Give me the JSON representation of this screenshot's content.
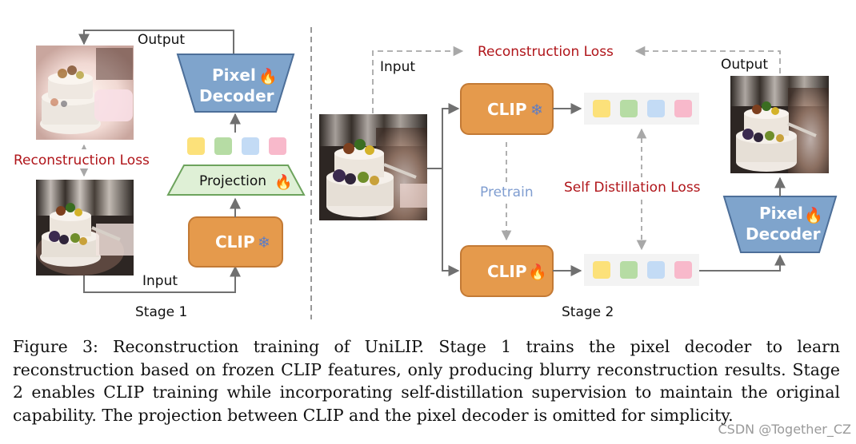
{
  "stage1": {
    "output_label": "Output",
    "input_label": "Input",
    "recon_loss_label": "Reconstruction Loss",
    "decoder_line1": "Pixel",
    "decoder_line2": "Decoder",
    "projection_label": "Projection",
    "clip_label": "CLIP",
    "stage_label": "Stage 1"
  },
  "stage2": {
    "input_label": "Input",
    "recon_loss_label": "Reconstruction Loss",
    "output_label": "Output",
    "clip_frozen_label": "CLIP",
    "clip_trained_label": "CLIP",
    "pretrain_label": "Pretrain",
    "self_distill_label": "Self Distillation Loss",
    "decoder_line1": "Pixel",
    "decoder_line2": "Decoder",
    "stage_label": "Stage 2"
  },
  "icons": {
    "frozen": "snowflake-icon",
    "trainable": "flame-icon"
  },
  "colors": {
    "clip_fill": "#e59a4c",
    "clip_stroke": "#c37a35",
    "decoder_fill": "#7fa4cc",
    "decoder_stroke": "#4d6f99",
    "projection_fill": "#dff0d6",
    "projection_stroke": "#6da35d",
    "token_yellow": "#fce17a",
    "token_green": "#b6dca4",
    "token_blue": "#c3dbf5",
    "token_pink": "#f8b9cb",
    "loss_text": "#b0151a",
    "pretrain_text": "#7f9dd0",
    "flame": "#d9261c",
    "snowflake": "#5a7cc8"
  },
  "caption": "Figure 3: Reconstruction training of UniLIP. Stage 1 trains the pixel decoder to learn reconstruction based on frozen CLIP features, only producing blurry reconstruction results. Stage 2 enables CLIP training while incorporating self-distillation supervision to maintain the original capability. The projection between CLIP and the pixel decoder is omitted for simplicity.",
  "watermark": "CSDN @Together_CZ"
}
